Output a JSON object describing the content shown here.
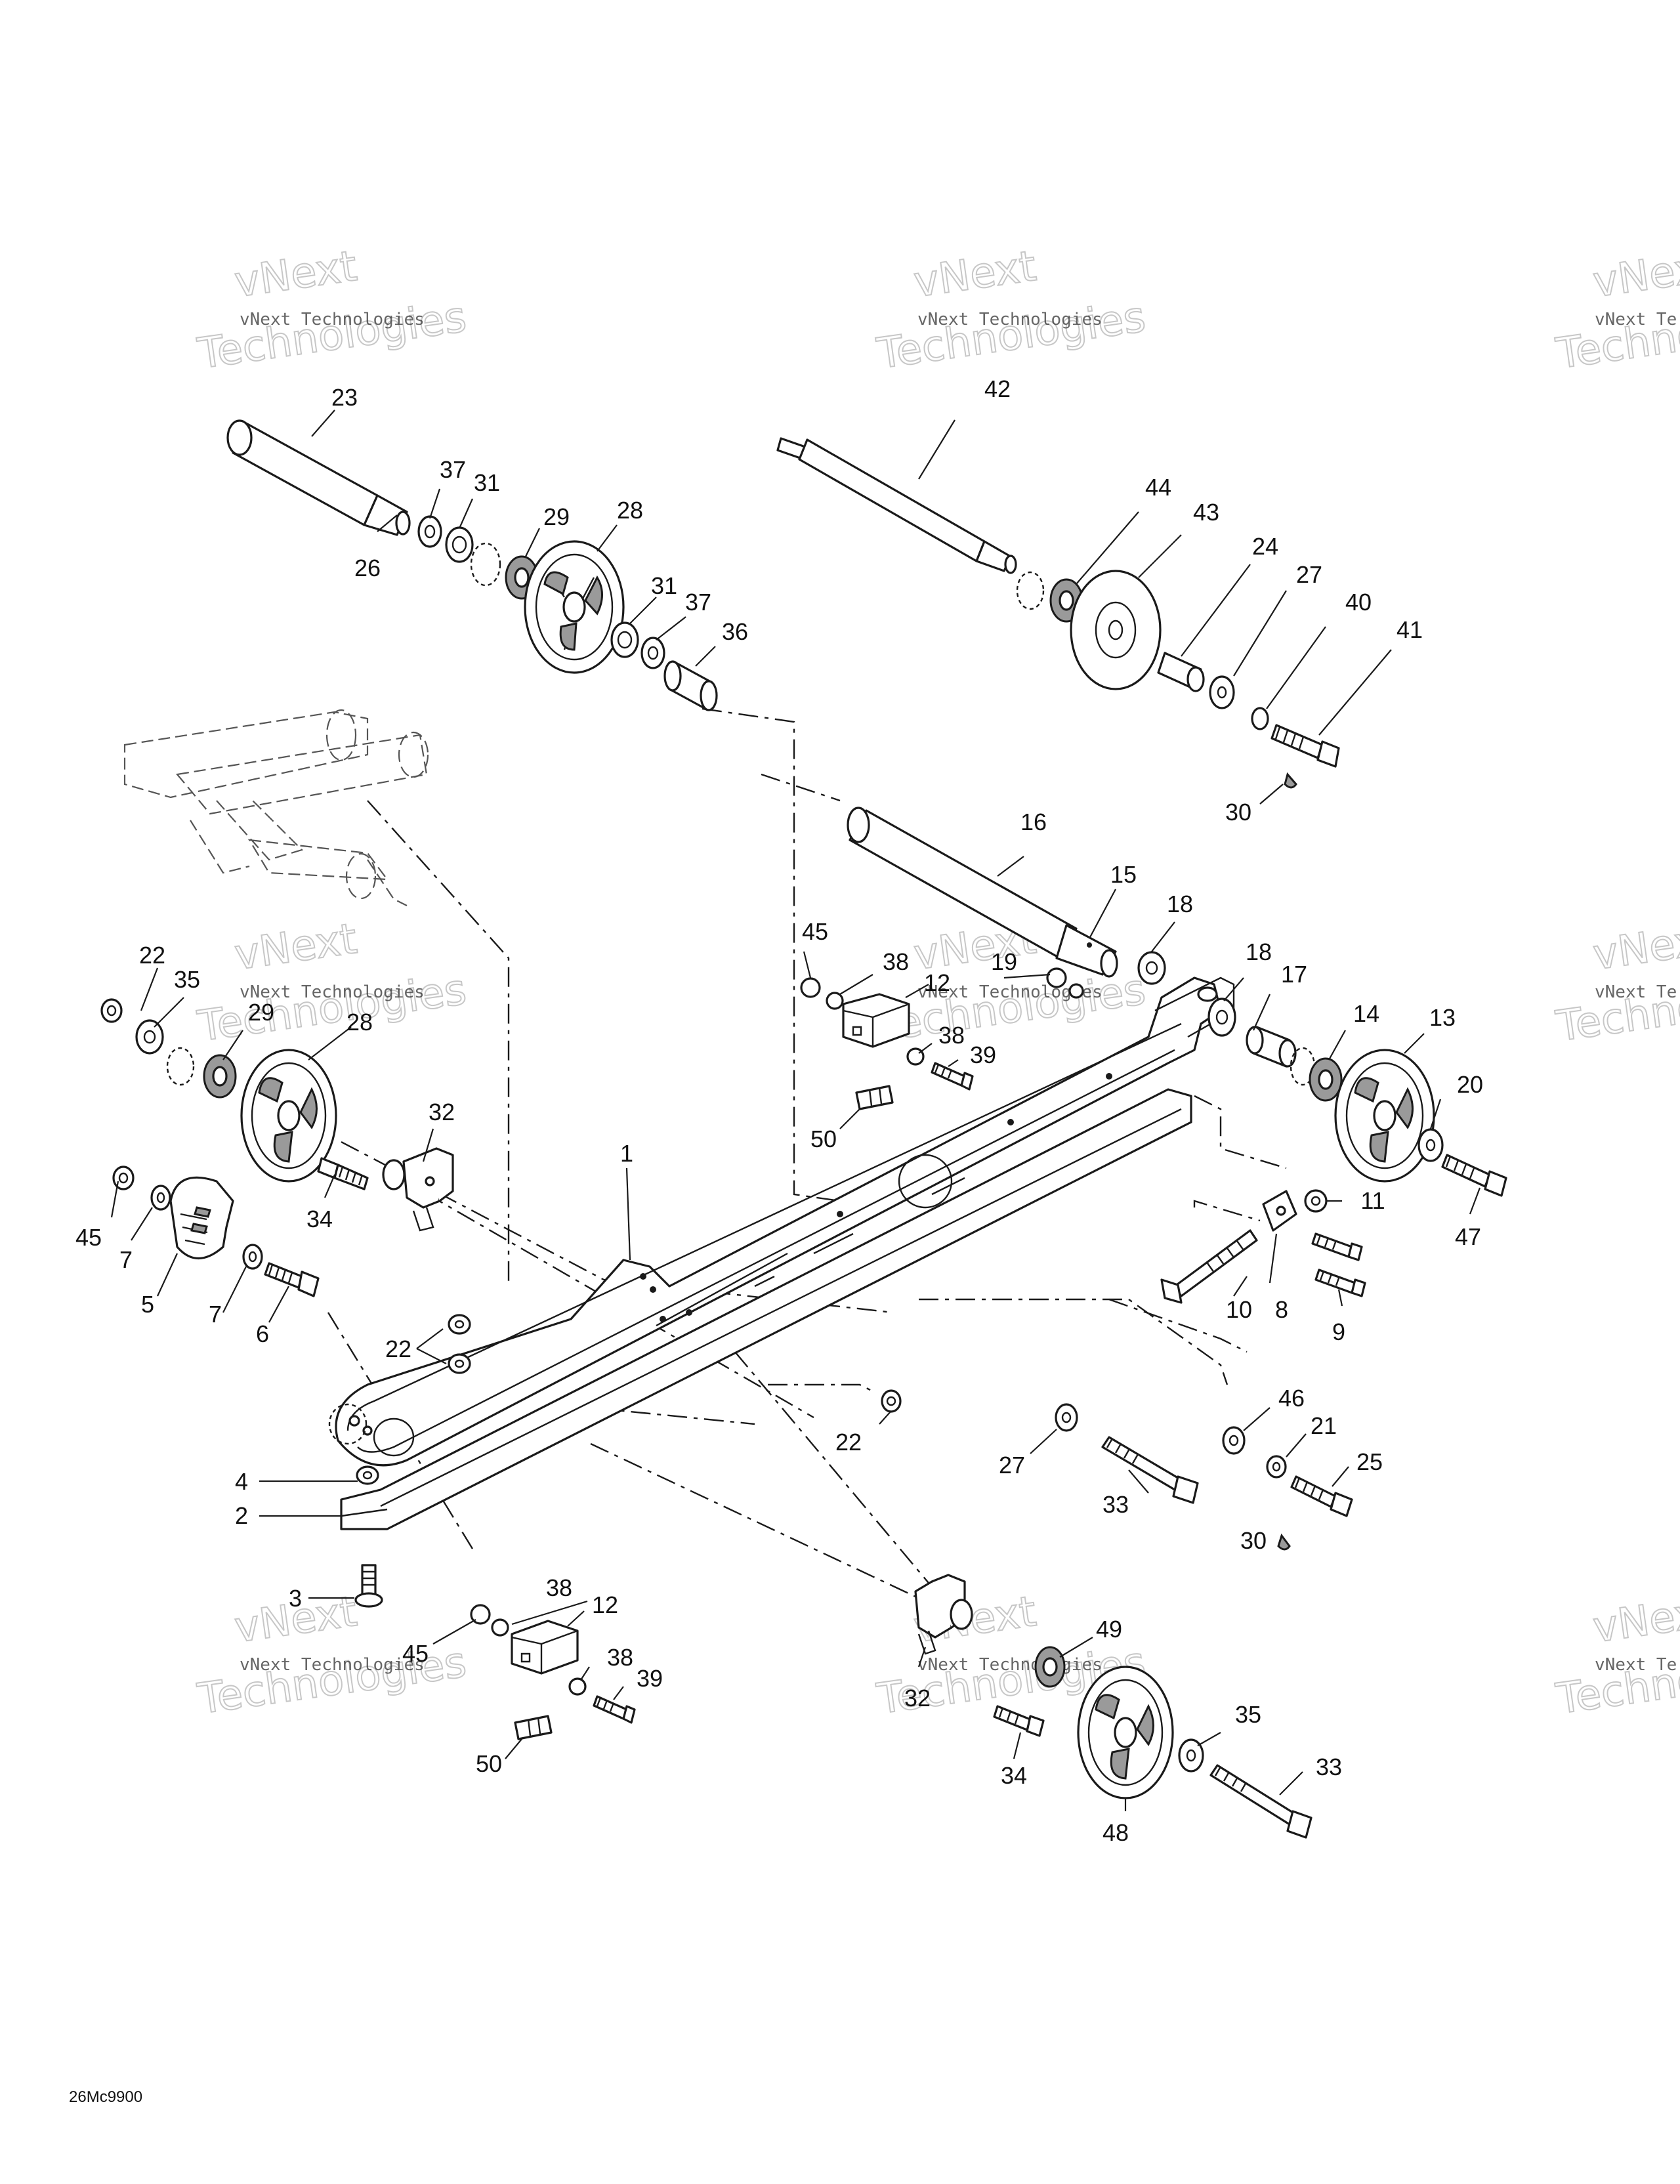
{
  "watermark": {
    "text_small": "vNext Technologies",
    "text_small_cut": "vNext Te",
    "text_big_a": "vNext",
    "text_big_b": "Technologies"
  },
  "drawing_code": "26Mc9900",
  "callouts": {
    "c1": "1",
    "c2": "2",
    "c3": "3",
    "c4": "4",
    "c5": "5",
    "c6": "6",
    "c7a": "7",
    "c7b": "7",
    "c8": "8",
    "c9": "9",
    "c10": "10",
    "c11": "11",
    "c12a": "12",
    "c12b": "12",
    "c13": "13",
    "c14": "14",
    "c15": "15",
    "c16": "16",
    "c17": "17",
    "c18a": "18",
    "c18b": "18",
    "c19": "19",
    "c20": "20",
    "c21": "21",
    "c22a": "22",
    "c22b": "22",
    "c22c": "22",
    "c23": "23",
    "c24": "24",
    "c25": "25",
    "c26": "26",
    "c27a": "27",
    "c27b": "27",
    "c28a": "28",
    "c28b": "28",
    "c29a": "29",
    "c29b": "29",
    "c30a": "30",
    "c30b": "30",
    "c31a": "31",
    "c31b": "31",
    "c32a": "32",
    "c32b": "32",
    "c33a": "33",
    "c33b": "33",
    "c34a": "34",
    "c34b": "34",
    "c35a": "35",
    "c35b": "35",
    "c36": "36",
    "c37a": "37",
    "c37b": "37",
    "c38a": "38",
    "c38b": "38",
    "c38c": "38",
    "c38d": "38",
    "c39a": "39",
    "c39b": "39",
    "c40": "40",
    "c41": "41",
    "c42": "42",
    "c43": "43",
    "c44": "44",
    "c45a": "45",
    "c45b": "45",
    "c45c": "45",
    "c46": "46",
    "c47": "47",
    "c48": "48",
    "c49": "49",
    "c50a": "50",
    "c50b": "50"
  }
}
